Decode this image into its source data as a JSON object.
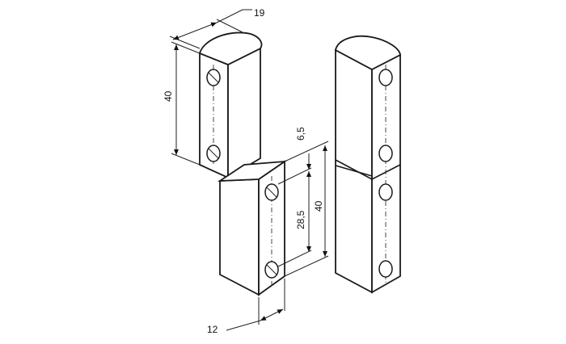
{
  "drawing": {
    "dimensions": {
      "width_top": "19",
      "height_upper": "40",
      "hole_offset": "6,5",
      "hole_spacing": "28,5",
      "height_lower": "40",
      "thickness": "12"
    }
  }
}
